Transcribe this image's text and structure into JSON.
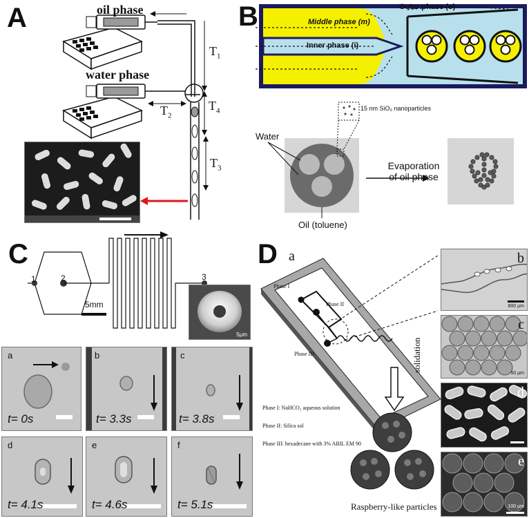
{
  "panels": {
    "A": {
      "letter": "A",
      "oil_label": "oil phase",
      "water_label": "water phase",
      "t1": "T",
      "t1_sub": "1",
      "t2": "T",
      "t2_sub": "2",
      "t3": "T",
      "t3_sub": "3",
      "t4": "T",
      "t4_sub": "4"
    },
    "B": {
      "letter": "B",
      "outer_phase": "Outer phase (o)",
      "middle_phase": "Middle phase (m)",
      "inner_phase": "Inner phase (i)",
      "nanoparticles": "15 nm SiO₂ nanoparticles",
      "water": "Water",
      "oil": "Oil (toluene)",
      "evaporation_line1": "Evaporation",
      "evaporation_line2": "of oil phase"
    },
    "C": {
      "letter": "C",
      "node1": "1",
      "node2": "2",
      "node3": "3",
      "scale_mm": "5mm",
      "sem_scale": "5µm",
      "frames": [
        {
          "label": "a",
          "time": "t= 0s"
        },
        {
          "label": "b",
          "time": "t= 3.3s"
        },
        {
          "label": "c",
          "time": "t= 3.8s"
        },
        {
          "label": "d",
          "time": "t= 4.1s"
        },
        {
          "label": "e",
          "time": "t= 4.6s"
        },
        {
          "label": "f",
          "time": "t= 5.1s"
        }
      ]
    },
    "D": {
      "letter": "D",
      "sub_a": "a",
      "phase1": "Phase I",
      "phase2": "Phase II",
      "phase3": "Phase III",
      "legend1": "Phase I: NaHCO₃ aqueous solution",
      "legend2": "Phase II: Silica sol",
      "legend3": "Phase III: hexadecane with 3% ABIL EM 90",
      "solidation": "solidation",
      "raspberry": "Raspberry-like particles",
      "sub_b": "b",
      "sub_c": "c",
      "sub_d": "d",
      "sub_e": "e",
      "scale_b": "800 µm",
      "scale_c": "50 µm",
      "scale_e": "100 µm"
    }
  },
  "colors": {
    "yellow": "#f5f000",
    "light_blue": "#b8e0ec",
    "navy": "#1a1a5e",
    "red_arrow": "#e0151b",
    "gray_bg": "#d6d6d6",
    "dark_gray": "#6b6b6b",
    "light_gray": "#b9b9b9"
  }
}
